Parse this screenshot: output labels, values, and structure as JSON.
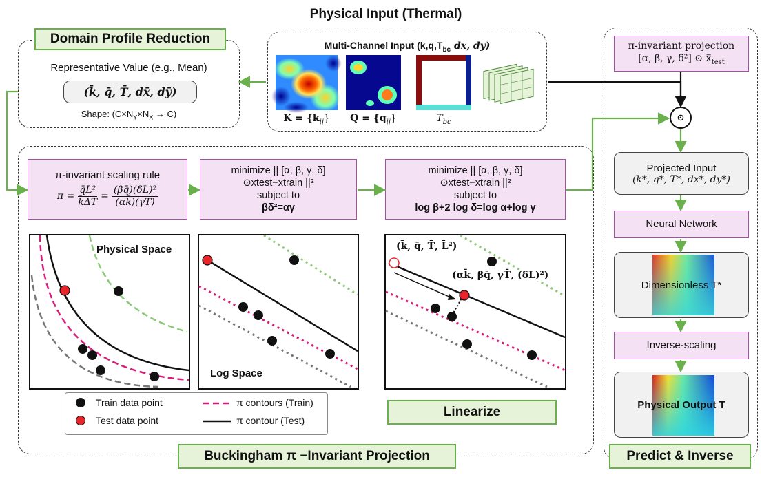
{
  "title": "Physical Input (Thermal)",
  "domain_reduction": {
    "label": "Domain Profile Reduction",
    "rep_value": "Representative Value (e.g., Mean)",
    "tuple": "(k̄, q̄, T̄, dx̄, dȳ)",
    "shape": "Shape: (C×N",
    "shape_y": "Y",
    "shape_times": "×N",
    "shape_x": "X",
    "shape_end": " → C)"
  },
  "multichannel": {
    "title": "Multi-Channel Input (k,q,T",
    "title_sub": "bc",
    "title_end": " dx, dy)",
    "k_label": "K = {k",
    "k_sub": "ij",
    "q_label": "Q = {q",
    "q_sub": "ij",
    "tbc_label": "T",
    "tbc_sub": "bc"
  },
  "projection_top": {
    "line1": "π-invariant projection",
    "line2": "[α, β, γ, δ²] ⊙ x⃗",
    "line2_sub": "test"
  },
  "odot": "⊙",
  "rules": {
    "rule1_title": "π-invariant scaling rule",
    "rule1_eq_lhs": "π =",
    "rule1_f1_num": "q̄L²",
    "rule1_f1_den": "k̄ΔT",
    "rule1_eq2": "=",
    "rule1_f2_num": "(βq̄)(δL̄)²",
    "rule1_f2_den": "(αk̄)(γT̄)",
    "rule2_l1": "minimize || [α, β, γ, δ]",
    "rule2_l2": "⊙xtest−xtrain ||²",
    "rule2_l3": "subject to",
    "rule2_l4": "βδ²=αγ",
    "rule3_l1": "minimize || [α, β, γ, δ]",
    "rule3_l2": "⊙xtest−xtrain ||²",
    "rule3_l3": "subject to",
    "rule3_l4": "log β+2 log δ=log α+log γ"
  },
  "plots": {
    "physical_space": "Physical Space",
    "log_space": "Log Space",
    "annot1": "(k̄, q̄, T̄, L̄²)",
    "annot2": "(αk̄, βq̄, γT̄, (δL)²)"
  },
  "legend": {
    "train": "Train data point",
    "test": "Test data point",
    "contours_train": "π contours (Train)",
    "contour_test": "π contour (Test)"
  },
  "linearize": "Linearize",
  "bottom_label": "Buckingham π −Invariant Projection",
  "pipeline": {
    "projected_title": "Projected Input",
    "projected_tuple": "(k*, q*, T*, dx*, dy*)",
    "nn": "Neural Network",
    "dimensionless": "Dimensionless T*",
    "inverse": "Inverse-scaling",
    "physical_output": "Physical Output T"
  },
  "predict_label": "Predict & Inverse",
  "colors": {
    "green": "#6ab04c",
    "pink": "#f4e1f4",
    "test_point": "#e8252a",
    "train_contour": "#d81b7a",
    "light_green": "#8cc878",
    "gray": "#777777"
  }
}
